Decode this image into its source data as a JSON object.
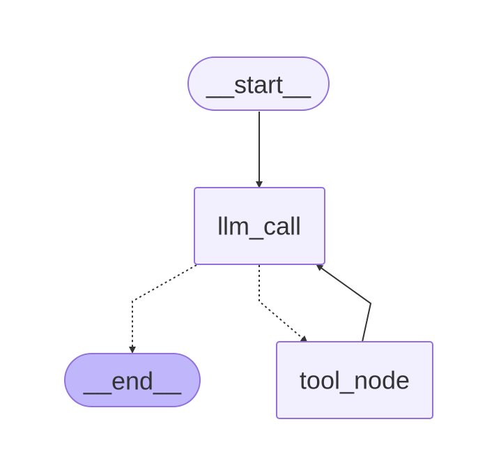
{
  "diagram": {
    "nodes": [
      {
        "id": "start",
        "label": "__start__",
        "shape": "stadium",
        "fill": "#f2f0ff",
        "stroke": "#9370db"
      },
      {
        "id": "llm_call",
        "label": "llm_call",
        "shape": "rect",
        "fill": "#f2f0ff",
        "stroke": "#9370db"
      },
      {
        "id": "end",
        "label": "__end__",
        "shape": "stadium",
        "fill": "#bfb6fc",
        "stroke": "#9370db"
      },
      {
        "id": "tool_node",
        "label": "tool_node",
        "shape": "rect",
        "fill": "#f2f0ff",
        "stroke": "#9370db"
      }
    ],
    "edges": [
      {
        "from": "start",
        "to": "llm_call",
        "style": "solid"
      },
      {
        "from": "llm_call",
        "to": "end",
        "style": "dotted"
      },
      {
        "from": "llm_call",
        "to": "tool_node",
        "style": "dotted"
      },
      {
        "from": "tool_node",
        "to": "llm_call",
        "style": "solid"
      }
    ],
    "edge_color": "#333333"
  }
}
